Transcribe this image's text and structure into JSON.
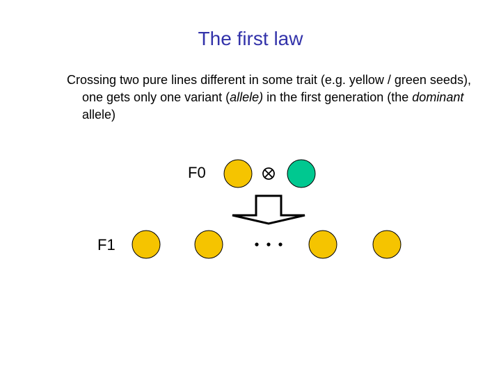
{
  "slide": {
    "title": "The first law",
    "text": {
      "part1": "Crossing two pure lines different in some trait (e.g. yellow / green seeds), one gets only one variant (",
      "allele": "allele)",
      "part2": " in the first generation (the ",
      "dominant": "dominant",
      "part3": " allele)"
    }
  },
  "diagram": {
    "f0_label": "F0",
    "f1_label": "F1",
    "cross_symbol": "⊗",
    "colors": {
      "yellow": "#f5c400",
      "green": "#00c890",
      "outline": "#000000"
    },
    "f0_parents": [
      "yellow",
      "green"
    ],
    "f1_offspring": [
      "yellow",
      "yellow",
      "yellow",
      "yellow"
    ],
    "ellipsis": "• • •"
  }
}
